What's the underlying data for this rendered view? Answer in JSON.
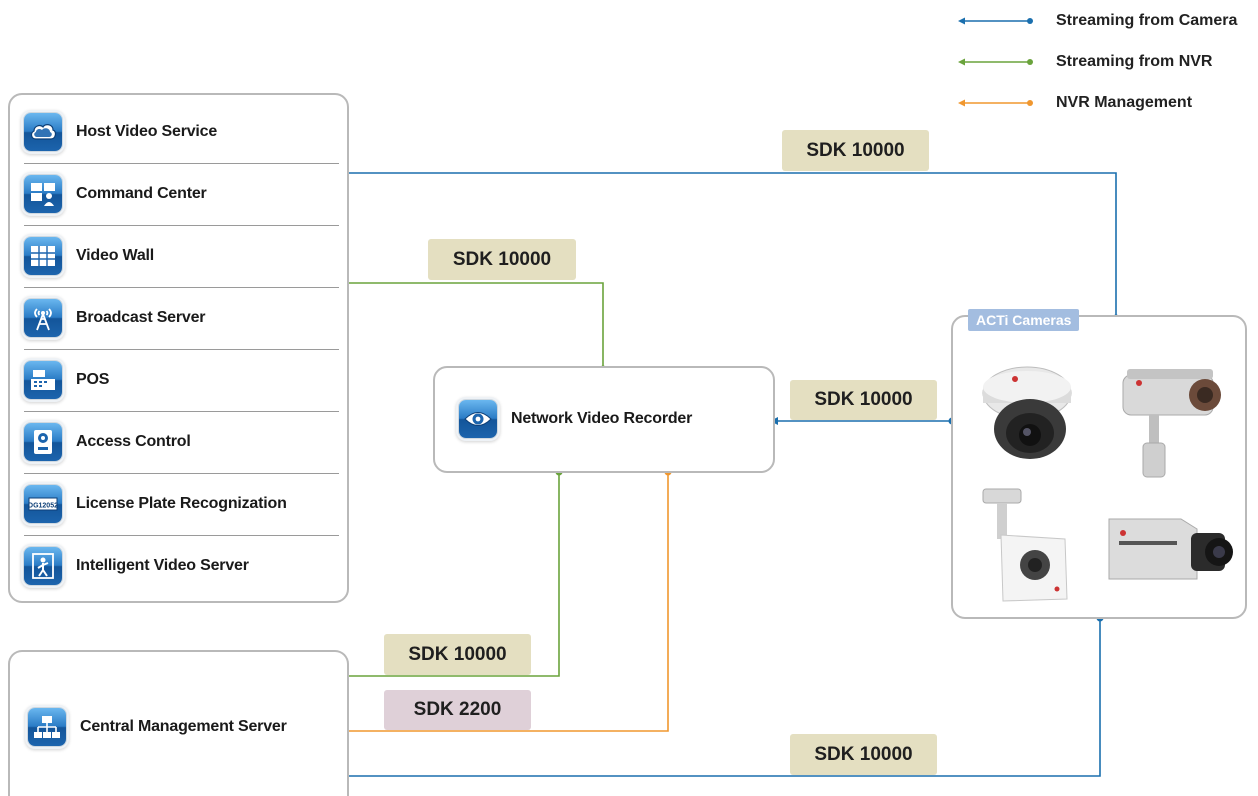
{
  "legend": [
    {
      "label": "Streaming from Camera",
      "color": "#1a6fae"
    },
    {
      "label": "Streaming from NVR",
      "color": "#6aa33c"
    },
    {
      "label": "NVR Management",
      "color": "#f0972f"
    }
  ],
  "services": [
    {
      "label": "Host Video Service",
      "icon": "cloud-icon"
    },
    {
      "label": "Command Center",
      "icon": "command-center-icon"
    },
    {
      "label": "Video Wall",
      "icon": "video-wall-icon"
    },
    {
      "label": "Broadcast Server",
      "icon": "broadcast-tower-icon"
    },
    {
      "label": "POS",
      "icon": "cash-register-icon"
    },
    {
      "label": "Access Control",
      "icon": "access-control-icon"
    },
    {
      "label": "License Plate Recognization",
      "icon": "license-plate-icon"
    },
    {
      "label": "Intelligent Video Server",
      "icon": "intelligent-person-icon"
    }
  ],
  "nvr": {
    "label": "Network Video Recorder",
    "icon": "eye-icon"
  },
  "cms": {
    "label": "Central Management Server",
    "icon": "hierarchy-icon"
  },
  "cameras": {
    "tag": "ACTi Cameras",
    "items": [
      "dome-camera",
      "bullet-camera",
      "cube-camera",
      "box-camera"
    ]
  },
  "sdk_labels": {
    "top": "SDK 10000",
    "nvr_to_services": "SDK 10000",
    "camera_to_nvr": "SDK 10000",
    "nvr_to_cms": "SDK 10000",
    "nvr_mgmt": "SDK 2200",
    "camera_to_cms": "SDK 10000"
  }
}
